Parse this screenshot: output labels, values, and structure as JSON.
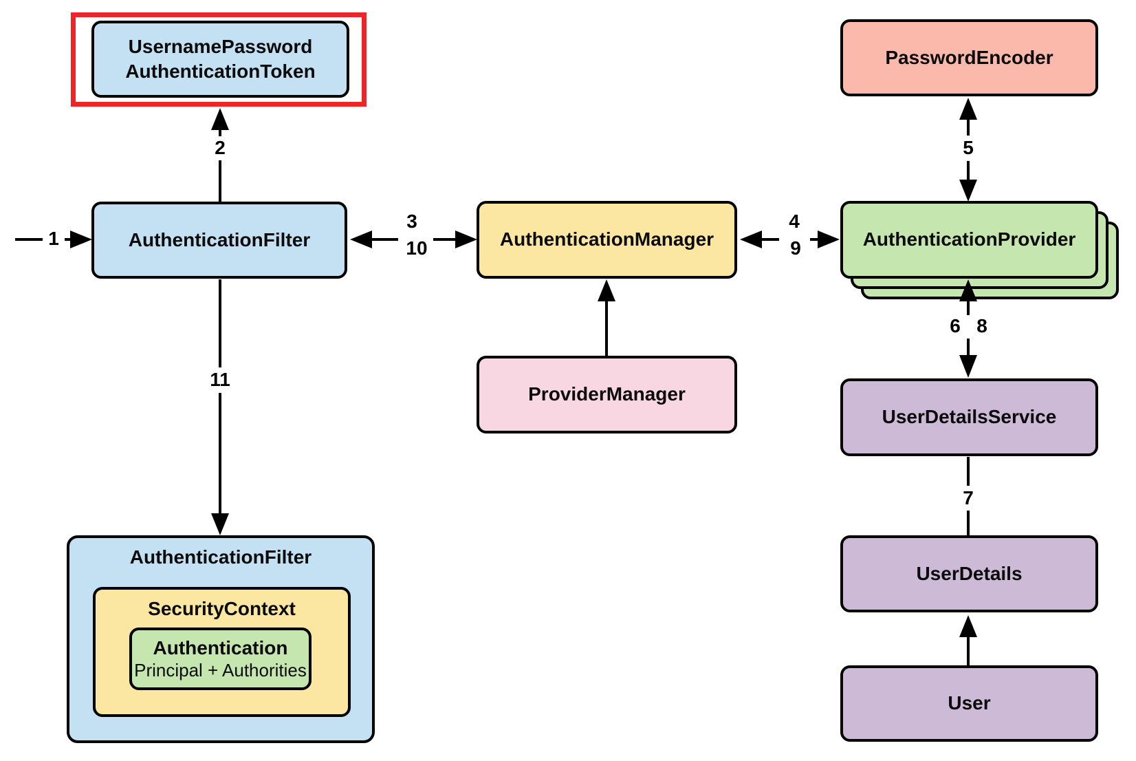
{
  "nodes": {
    "token": {
      "line1": "UsernamePassword",
      "line2": "AuthenticationToken"
    },
    "filter": {
      "label": "AuthenticationFilter"
    },
    "manager": {
      "label": "AuthenticationManager"
    },
    "providerManager": {
      "label": "ProviderManager"
    },
    "passwordEncoder": {
      "label": "PasswordEncoder"
    },
    "provider": {
      "label": "AuthenticationProvider"
    },
    "userDetailsService": {
      "label": "UserDetailsService"
    },
    "userDetails": {
      "label": "UserDetails"
    },
    "user": {
      "label": "User"
    },
    "filterContext": {
      "label": "AuthenticationFilter"
    },
    "securityContext": {
      "label": "SecurityContext"
    },
    "authentication": {
      "label": "Authentication",
      "sublabel": "Principal + Authorities"
    }
  },
  "steps": {
    "s1": "1",
    "s2": "2",
    "s3": "3",
    "s4": "4",
    "s5": "5",
    "s6": "6",
    "s7": "7",
    "s8": "8",
    "s9": "9",
    "s10": "10",
    "s11": "11"
  },
  "colors": {
    "blue": "#C3E1F3",
    "yellow": "#FBE7A1",
    "green": "#C5E6AE",
    "salmon": "#FBB9AC",
    "pink": "#F8D7E2",
    "purple": "#CDBAD7",
    "highlightRed": "#EC2528",
    "stroke": "#000000"
  }
}
